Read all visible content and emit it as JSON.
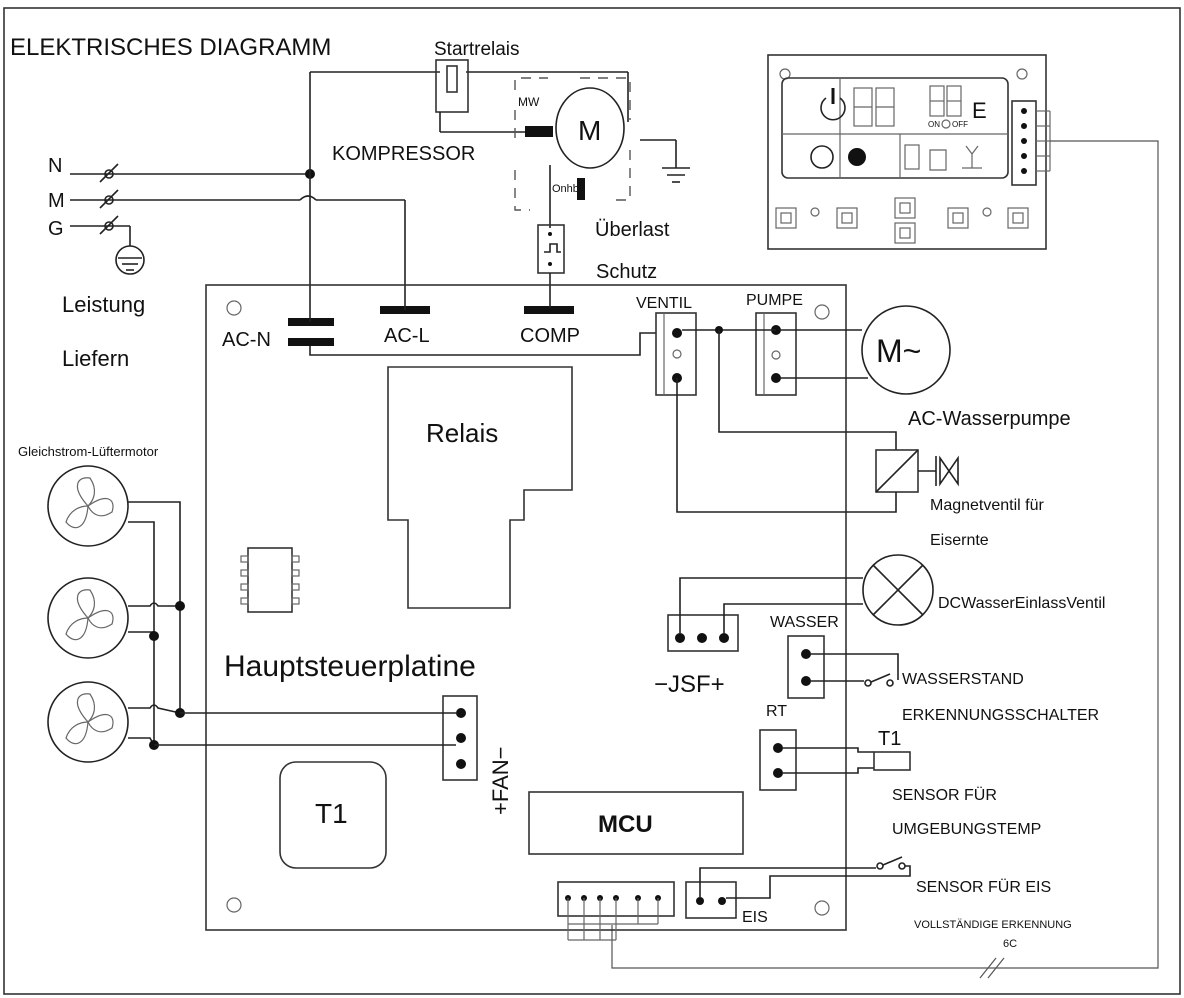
{
  "diagram": {
    "title": "ELEKTRISCHES  DIAGRAMM",
    "power": {
      "n": "N",
      "m": "M",
      "g": "G",
      "label1": "Leistung",
      "label2": "Liefern"
    },
    "startrelais": "Startrelais",
    "kompressor": "KOMPRESSOR",
    "motor_letter": "M",
    "mw": "MW",
    "onhb": "Onhb",
    "ueberlast": "Überlast",
    "schutz": "Schutz",
    "terminals": {
      "ac_n": "AC-N",
      "ac_l": "AC-L",
      "comp": "COMP",
      "ventil": "VENTIL",
      "pumpe": "PUMPE"
    },
    "pump_label": "AC-Wasserpumpe",
    "pump_motor": "M~",
    "relais": "Relais",
    "magnet1": "Magnetventil für",
    "magnet2": "Eisernte",
    "dcwasser": "DCWasserEinlassVentil",
    "jsf": "−JSF+",
    "wasser": "WASSER",
    "wasserstand1": "WASSERSTAND",
    "wasserstand2": "ERKENNUNGSSCHALTER",
    "fan_header": "Gleichstrom-Lüftermotor",
    "fan_label": "+FAN−",
    "board": "Hauptsteuerplatine",
    "rt": "RT",
    "t1_sensor": "T1",
    "sensor_temp1": "SENSOR FÜR",
    "sensor_temp2": "UMGEBUNGSTEMP",
    "t1_block": "T1",
    "mcu": "MCU",
    "sensor_eis": "SENSOR FÜR EIS",
    "eis": "EIS",
    "vollstaendig": "VOLLSTÄNDIGE ERKENNUNG",
    "six_c": "6C",
    "display": {
      "e_text": "E",
      "on_text": "ON",
      "off_text": "OFF"
    }
  }
}
